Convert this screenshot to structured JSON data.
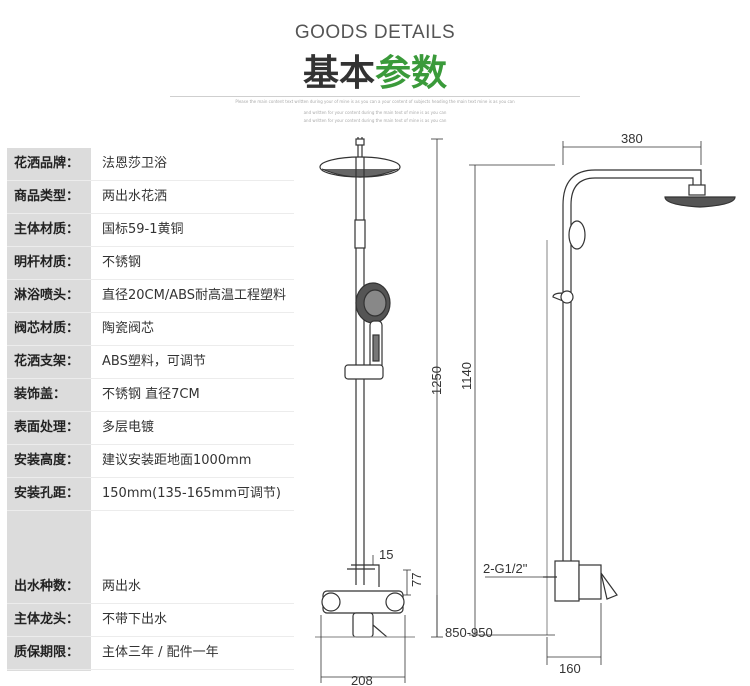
{
  "header": {
    "eyebrow": "GOODS DETAILS",
    "title_part1": "基本",
    "title_part2": "参数",
    "fineprint": [
      "Please the main content text written during your of mine is as you can a your content of subjects heading the main text mine is as you can",
      "and written for your content during the main text of mine is as you can",
      "and written for your content during the main text of mine is as you can"
    ]
  },
  "specs": [
    {
      "label": "花洒品牌：",
      "value": "法恩莎卫浴"
    },
    {
      "label": "商品类型：",
      "value": "两出水花洒"
    },
    {
      "label": "主体材质：",
      "value": "国标59-1黄铜"
    },
    {
      "label": "明杆材质：",
      "value": "不锈钢"
    },
    {
      "label": "淋浴喷头：",
      "value": "直径20CM/ABS耐高温工程塑料"
    },
    {
      "label": "阀芯材质：",
      "value": "陶瓷阀芯"
    },
    {
      "label": "花洒支架：",
      "value": "ABS塑料，可调节"
    },
    {
      "label": "装饰盖：",
      "value": "不锈钢 直径7CM"
    },
    {
      "label": "表面处理：",
      "value": "多层电镀"
    },
    {
      "label": "安装高度：",
      "value": "建议安装距地面1000mm"
    },
    {
      "label": "安装孔距：",
      "value": "150mm(135-165mm可调节)"
    },
    {
      "label": "出水种数：",
      "value": "两出水"
    },
    {
      "label": "主体龙头：",
      "value": "不带下出水"
    },
    {
      "label": "质保期限：",
      "value": "主体三年 / 配件一年"
    }
  ],
  "dimensions": {
    "height_total": "1250",
    "height_riser": "1140",
    "arm_reach": "380",
    "spout_offset": "15",
    "valve_height": "77",
    "install_range": "850-950",
    "valve_width": "208",
    "thread": "2-G1/2\"",
    "wall_depth": "160"
  }
}
